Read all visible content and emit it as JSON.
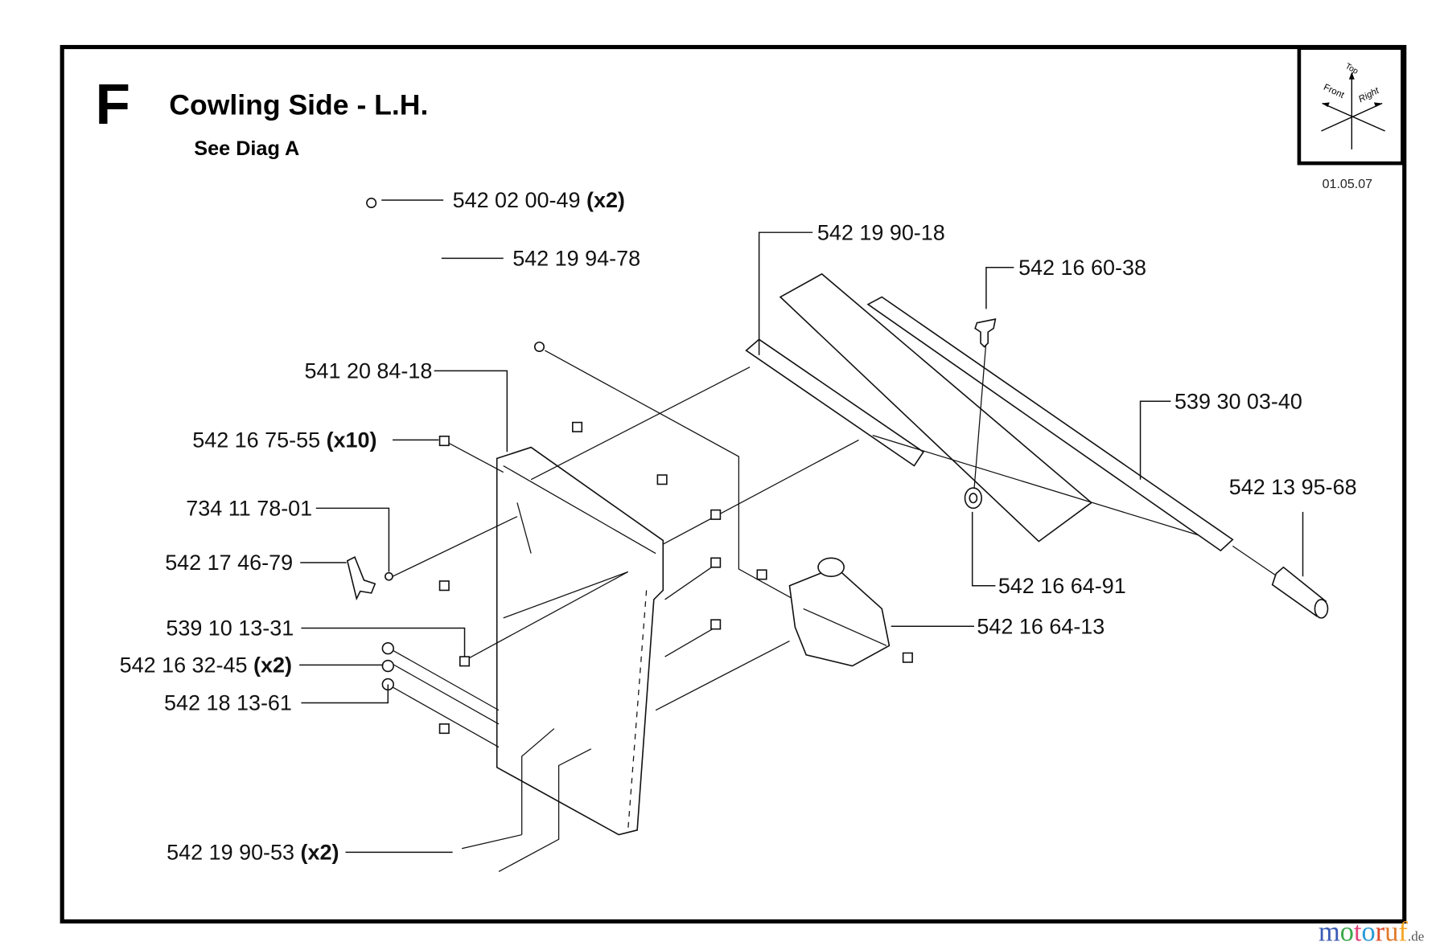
{
  "header": {
    "section_letter": "F",
    "title": "Cowling Side - L.H.",
    "subtitle": "See Diag A",
    "date": "01.05.07"
  },
  "orientation": {
    "top": "Top",
    "front": "Front",
    "right": "Right"
  },
  "parts": [
    {
      "number": "542 02 00-49",
      "qty": "(x2)"
    },
    {
      "number": "542 19 94-78",
      "qty": ""
    },
    {
      "number": "542 19 90-18",
      "qty": ""
    },
    {
      "number": "542 16 60-38",
      "qty": ""
    },
    {
      "number": "541 20 84-18",
      "qty": ""
    },
    {
      "number": "542 16 75-55",
      "qty": "(x10)"
    },
    {
      "number": "734 11 78-01",
      "qty": ""
    },
    {
      "number": "542 17 46-79",
      "qty": ""
    },
    {
      "number": "539 10 13-31",
      "qty": ""
    },
    {
      "number": "542 16 32-45",
      "qty": "(x2)"
    },
    {
      "number": "542 18 13-61",
      "qty": ""
    },
    {
      "number": "542 19 90-53",
      "qty": "(x2)"
    },
    {
      "number": "539 30 03-40",
      "qty": ""
    },
    {
      "number": "542 13 95-68",
      "qty": ""
    },
    {
      "number": "542 16 64-91",
      "qty": ""
    },
    {
      "number": "542 16 64-13",
      "qty": ""
    }
  ],
  "watermark": {
    "text": "motoruf",
    "suffix": ".de",
    "colors": [
      "#3b5bb5",
      "#3aa84a",
      "#e0457b",
      "#2a9ad6",
      "#e04a2a",
      "#f5a623"
    ]
  }
}
